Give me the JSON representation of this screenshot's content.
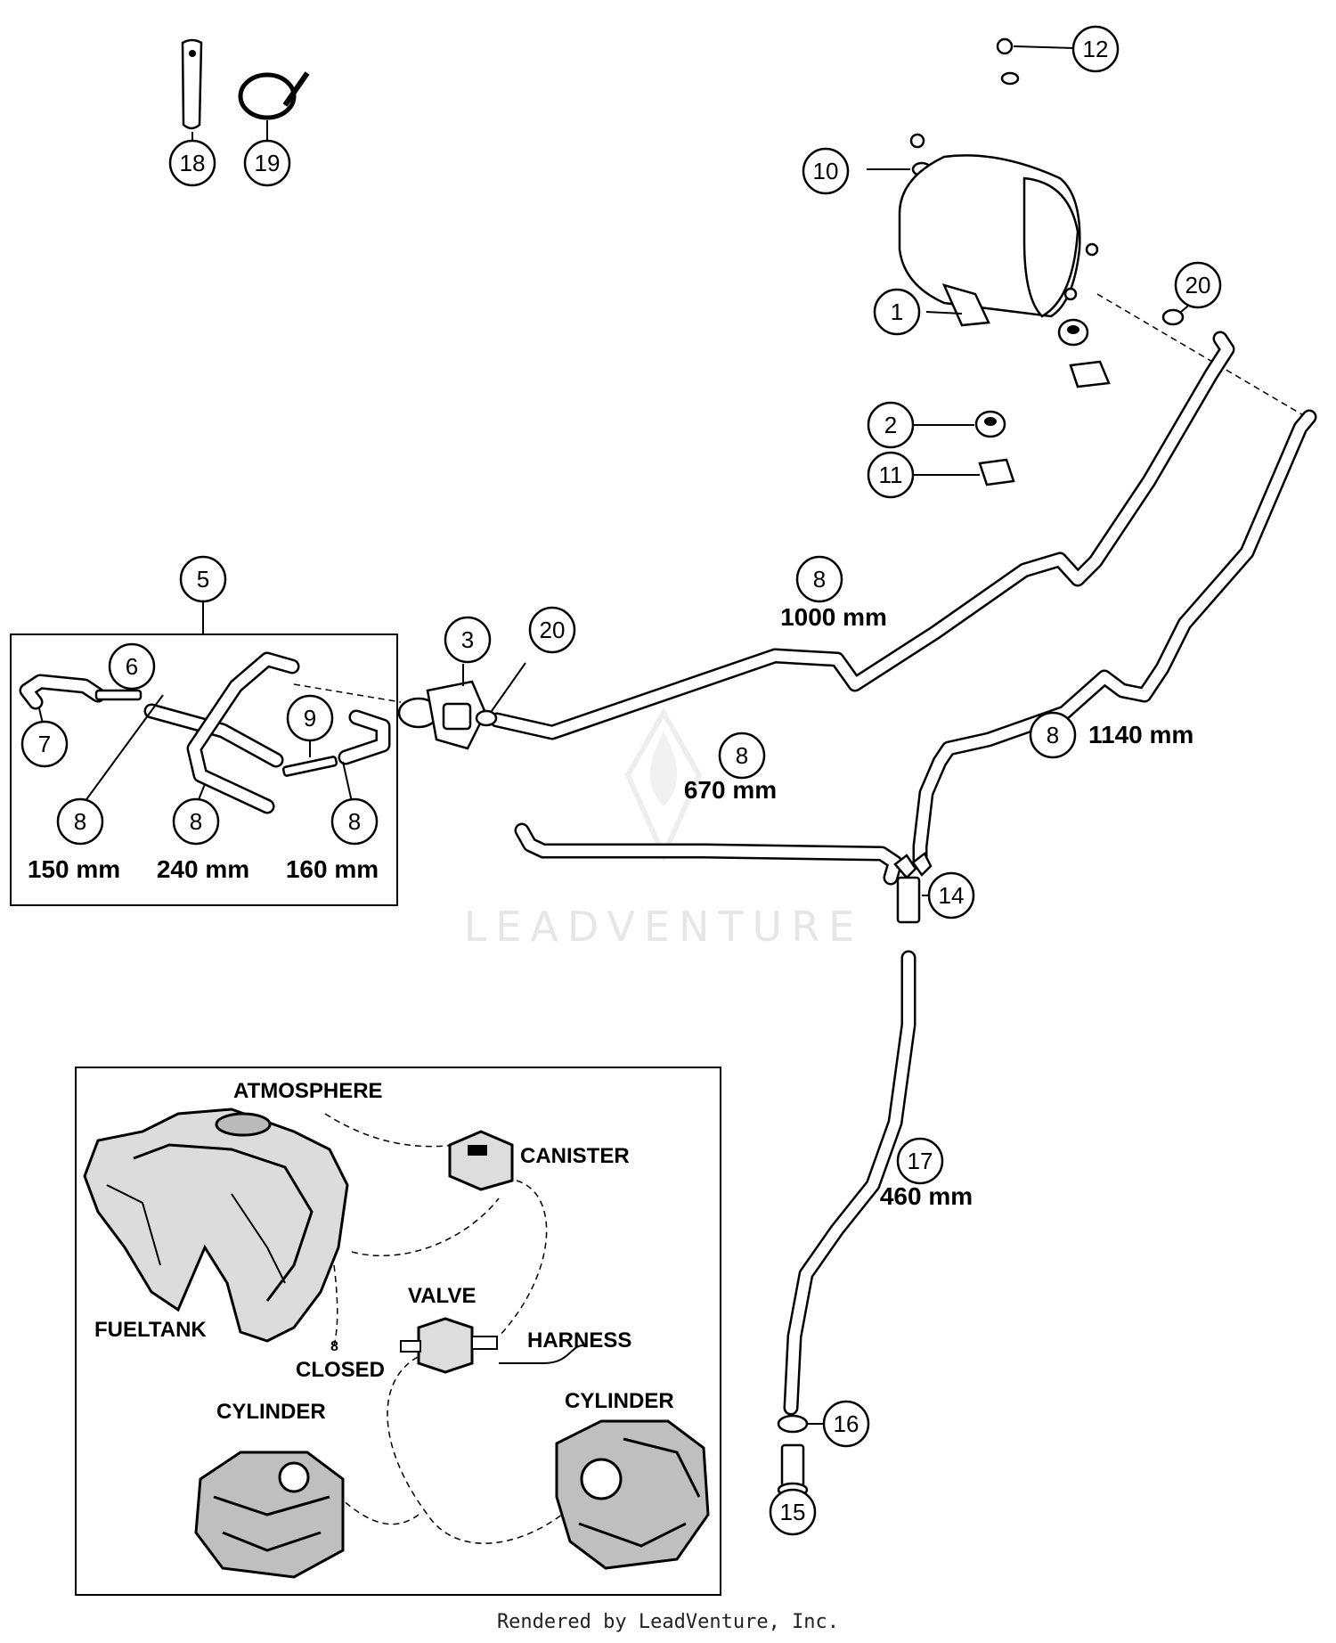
{
  "callouts": {
    "c1": "1",
    "c2": "2",
    "c3": "3",
    "c5": "5",
    "c6": "6",
    "c7": "7",
    "c8a": "8",
    "c8b": "8",
    "c8c": "8",
    "c8d": "8",
    "c8e": "8",
    "c8f": "8",
    "c9": "9",
    "c10": "10",
    "c11": "11",
    "c12": "12",
    "c14": "14",
    "c15": "15",
    "c16": "16",
    "c17": "17",
    "c18": "18",
    "c19": "19",
    "c20a": "20",
    "c20b": "20"
  },
  "lengths": {
    "hose_1000": "1000 mm",
    "hose_1140": "1140 mm",
    "hose_670": "670 mm",
    "hose_150": "150 mm",
    "hose_240": "240 mm",
    "hose_160": "160 mm",
    "hose_460": "460 mm"
  },
  "inset": {
    "atmosphere": "ATMOSPHERE",
    "canister": "CANISTER",
    "fueltank": "FUELTANK",
    "valve": "VALVE",
    "harness": "HARNESS",
    "closed": "CLOSED",
    "closed_mark": "8",
    "cylinder_left": "CYLINDER",
    "cylinder_right": "CYLINDER"
  },
  "watermark": "LEADVENTURE",
  "footer": "Rendered by LeadVenture, Inc."
}
